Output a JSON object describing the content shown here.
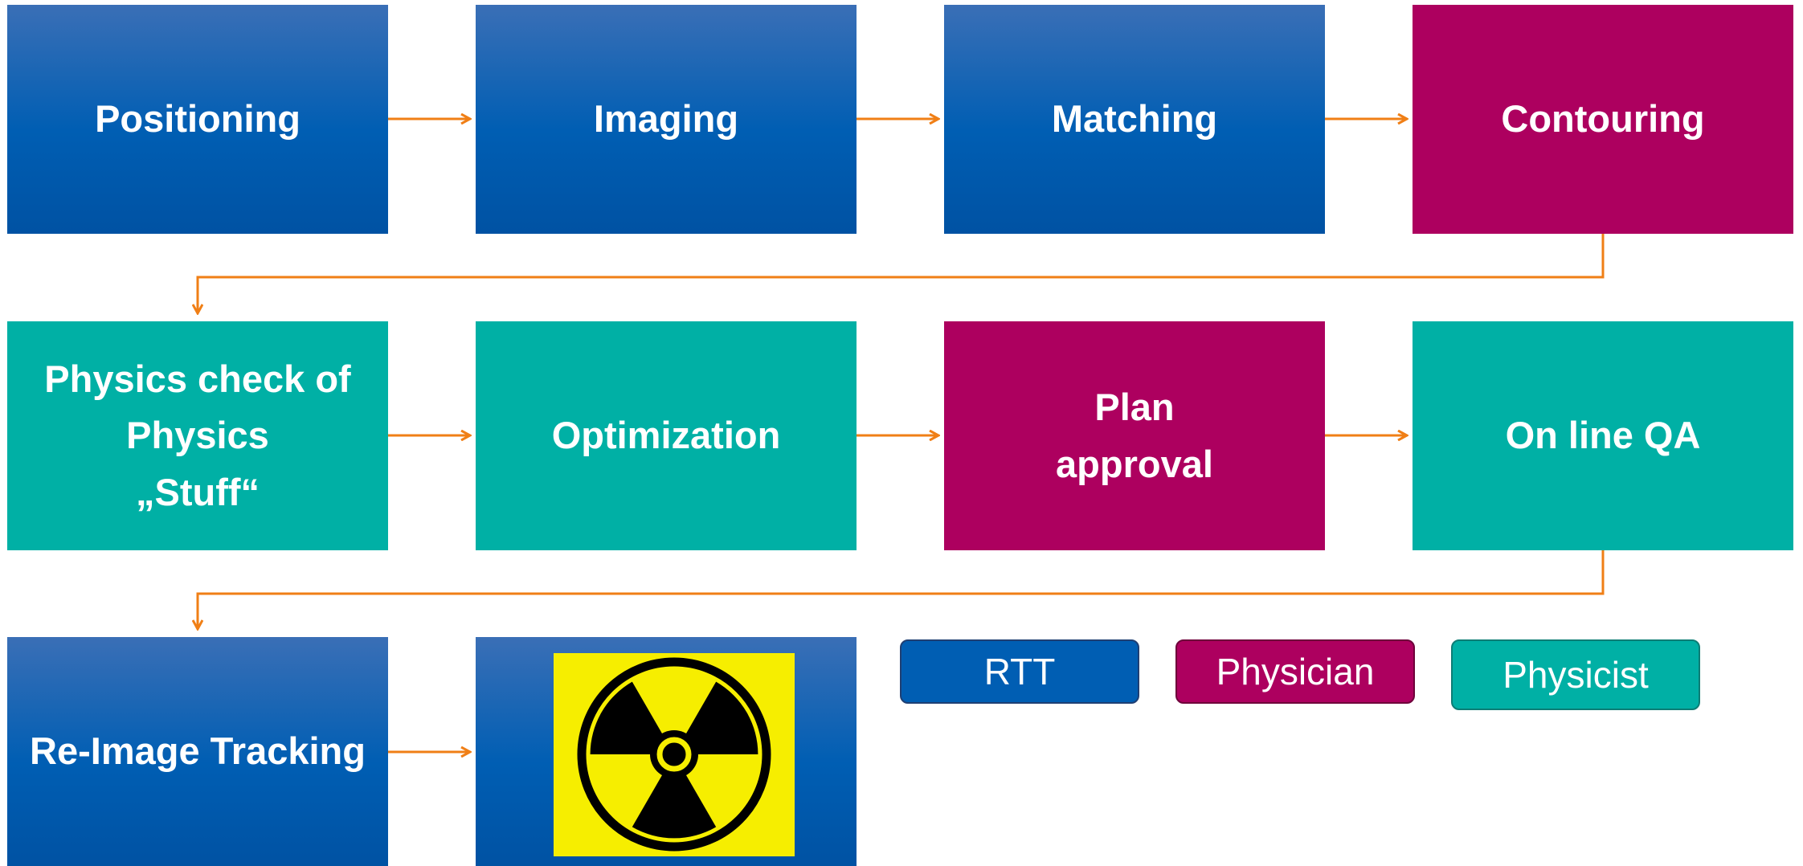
{
  "steps": {
    "row1": [
      "Positioning",
      "Imaging",
      "Matching",
      "Contouring"
    ],
    "row2": [
      "Physics check of\nPhysics\n„Stuff“",
      "Optimization",
      "Plan\napproval",
      "On line QA"
    ],
    "row3": [
      "Re-Image Tracking"
    ]
  },
  "legend": {
    "rtt": "RTT",
    "physician": "Physician",
    "physicist": "Physicist"
  },
  "colors": {
    "rtt": "#005eb3",
    "physician": "#ad005f",
    "physicist": "#00b0a5",
    "arrow": "#f07f16",
    "hazard_background": "#f6ee00"
  },
  "icons": {
    "final_step": "radiation-hazard-icon"
  }
}
